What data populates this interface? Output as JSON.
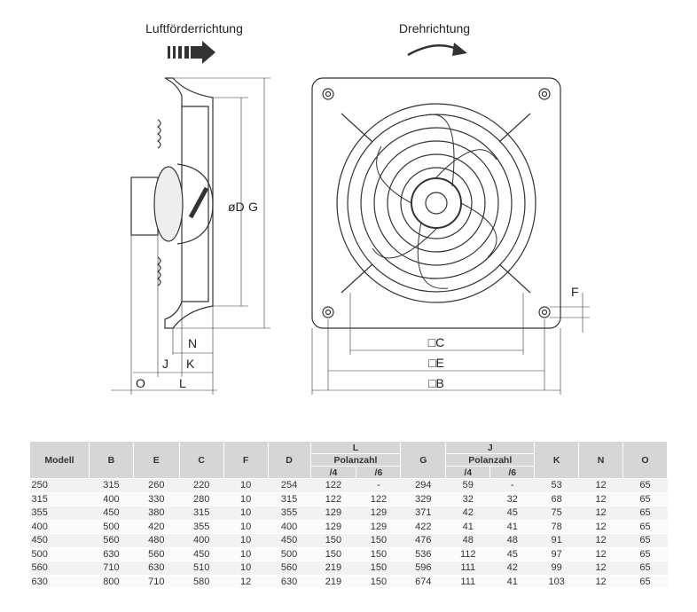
{
  "drawing": {
    "airflow_label": "Luftförderrichtung",
    "rotation_label": "Drehrichtung",
    "dim_D": "øD",
    "dim_G": "G",
    "dim_N": "N",
    "dim_J": "J",
    "dim_K": "K",
    "dim_O": "O",
    "dim_L": "L",
    "dim_C": "□C",
    "dim_E": "□E",
    "dim_B": "□B",
    "dim_F": "F"
  },
  "table": {
    "headers": {
      "modell": "Modell",
      "B": "B",
      "E": "E",
      "C": "C",
      "F": "F",
      "D": "D",
      "L": "L",
      "G": "G",
      "J": "J",
      "K": "K",
      "N": "N",
      "O": "O",
      "polanzahl": "Polanzahl",
      "p4": "/4",
      "p6": "/6"
    },
    "rows": [
      [
        "250",
        "315",
        "260",
        "220",
        "10",
        "254",
        "122",
        "-",
        "294",
        "59",
        "-",
        "53",
        "12",
        "65"
      ],
      [
        "315",
        "400",
        "330",
        "280",
        "10",
        "315",
        "122",
        "122",
        "329",
        "32",
        "32",
        "68",
        "12",
        "65"
      ],
      [
        "355",
        "450",
        "380",
        "315",
        "10",
        "355",
        "129",
        "129",
        "371",
        "42",
        "45",
        "75",
        "12",
        "65"
      ],
      [
        "400",
        "500",
        "420",
        "355",
        "10",
        "400",
        "129",
        "129",
        "422",
        "41",
        "41",
        "78",
        "12",
        "65"
      ],
      [
        "450",
        "560",
        "480",
        "400",
        "10",
        "450",
        "150",
        "150",
        "476",
        "48",
        "48",
        "91",
        "12",
        "65"
      ],
      [
        "500",
        "630",
        "560",
        "450",
        "10",
        "500",
        "150",
        "150",
        "536",
        "112",
        "45",
        "97",
        "12",
        "65"
      ],
      [
        "560",
        "710",
        "630",
        "510",
        "10",
        "560",
        "219",
        "150",
        "596",
        "111",
        "42",
        "99",
        "12",
        "65"
      ],
      [
        "630",
        "800",
        "710",
        "580",
        "12",
        "630",
        "219",
        "150",
        "674",
        "111",
        "41",
        "103",
        "12",
        "65"
      ]
    ]
  }
}
